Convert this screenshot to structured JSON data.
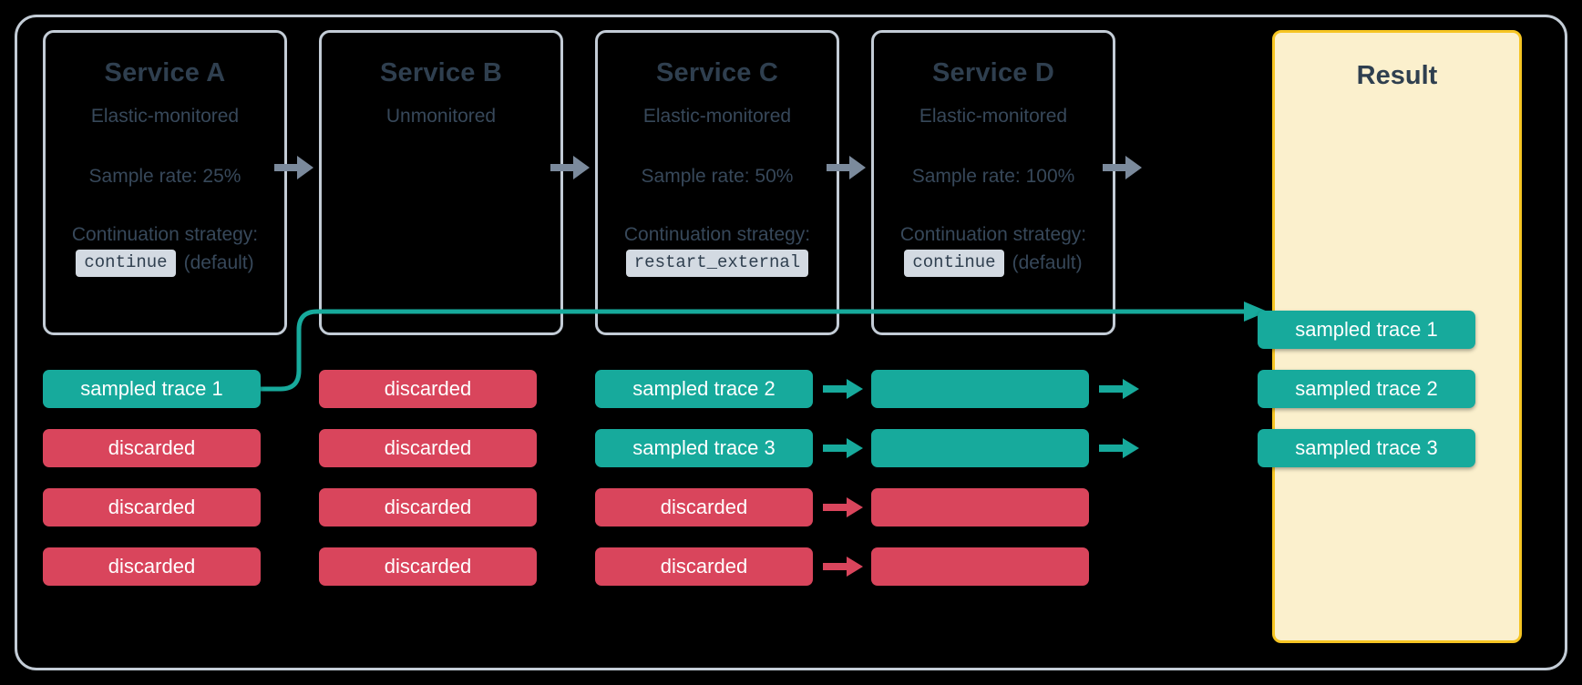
{
  "diagram": {
    "title": "Distributed tracing sampling across services",
    "colors": {
      "background": "#000000",
      "frame_border": "#c3ccd6",
      "card_border": "#c3ccd6",
      "card_text": "#37485a",
      "card_title": "#2f3f4f",
      "sampled": "#17aa9c",
      "discarded": "#d9455c",
      "result_panel_bg": "#fbf0cd",
      "result_panel_border": "#f6c523",
      "grey_arrow": "#7b8a9c",
      "code_chip_bg": "#d3dae2"
    }
  },
  "services": [
    {
      "id": "a",
      "title": "Service A",
      "monitoring": "Elastic-monitored",
      "sample_rate": "Sample rate: 25%",
      "strategy_label": "Continuation strategy:",
      "strategy_value": "continue",
      "strategy_note": "(default)"
    },
    {
      "id": "b",
      "title": "Service B",
      "monitoring": "Unmonitored",
      "sample_rate": "",
      "strategy_label": "",
      "strategy_value": "",
      "strategy_note": ""
    },
    {
      "id": "c",
      "title": "Service C",
      "monitoring": "Elastic-monitored",
      "sample_rate": "Sample rate: 50%",
      "strategy_label": "Continuation strategy:",
      "strategy_value": "restart_external",
      "strategy_note": ""
    },
    {
      "id": "d",
      "title": "Service D",
      "monitoring": "Elastic-monitored",
      "sample_rate": "Sample rate: 100%",
      "strategy_label": "Continuation strategy:",
      "strategy_value": "continue",
      "strategy_note": "(default)"
    }
  ],
  "result": {
    "title": "Result",
    "traces": [
      {
        "label": "sampled trace 1",
        "state": "sampled"
      },
      {
        "label": "sampled trace 2",
        "state": "sampled"
      },
      {
        "label": "sampled trace 3",
        "state": "sampled"
      }
    ]
  },
  "trace_columns": {
    "a": [
      {
        "label": "sampled trace 1",
        "state": "sampled"
      },
      {
        "label": "discarded",
        "state": "discarded"
      },
      {
        "label": "discarded",
        "state": "discarded"
      },
      {
        "label": "discarded",
        "state": "discarded"
      }
    ],
    "b": [
      {
        "label": "discarded",
        "state": "discarded"
      },
      {
        "label": "discarded",
        "state": "discarded"
      },
      {
        "label": "discarded",
        "state": "discarded"
      },
      {
        "label": "discarded",
        "state": "discarded"
      }
    ],
    "c": [
      {
        "label": "sampled trace 2",
        "state": "sampled"
      },
      {
        "label": "sampled trace 3",
        "state": "sampled"
      },
      {
        "label": "discarded",
        "state": "discarded"
      },
      {
        "label": "discarded",
        "state": "discarded"
      }
    ],
    "d": [
      {
        "label": "",
        "state": "sampled"
      },
      {
        "label": "",
        "state": "sampled"
      },
      {
        "label": "",
        "state": "discarded"
      },
      {
        "label": "",
        "state": "discarded"
      }
    ]
  },
  "arrows": {
    "service_flow_icon": "arrow-right-icon",
    "count_between_cards": 4,
    "trace_arrows_c_to_d": [
      "sampled",
      "sampled",
      "discarded",
      "discarded"
    ],
    "trace_arrows_d_to_result": [
      "sampled",
      "sampled"
    ],
    "elbow_from": "service-a sampled trace 1",
    "elbow_to": "result sampled trace 1"
  }
}
